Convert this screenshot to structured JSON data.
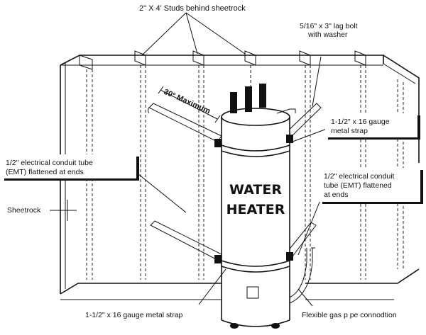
{
  "labels": {
    "studs": "2\" X 4' Studs behind sheetrock",
    "lag_bolt_line1": "5/16\" x 3\" lag bolt",
    "lag_bolt_line2": "with washer",
    "angle": "30° Maximum",
    "strap_top_line1": "1-1/2\" x 16 gauge",
    "strap_top_line2": "metal strap",
    "conduit_left_line1": "1/2\" electrical conduit tube",
    "conduit_left_line2": "(EMT) flattened at ends",
    "conduit_right_line1": "1/2\" electrical conduit",
    "conduit_right_line2": "tube (EMT) flattened",
    "conduit_right_line3": "at ends",
    "sheetrock": "Sheetrock",
    "water": "WATER",
    "heater": "HEATER",
    "strap_bottom": "1-1/2\" x 16 gauge metal strap",
    "gas_pipe": "Flexible gas p pe connodtion"
  }
}
